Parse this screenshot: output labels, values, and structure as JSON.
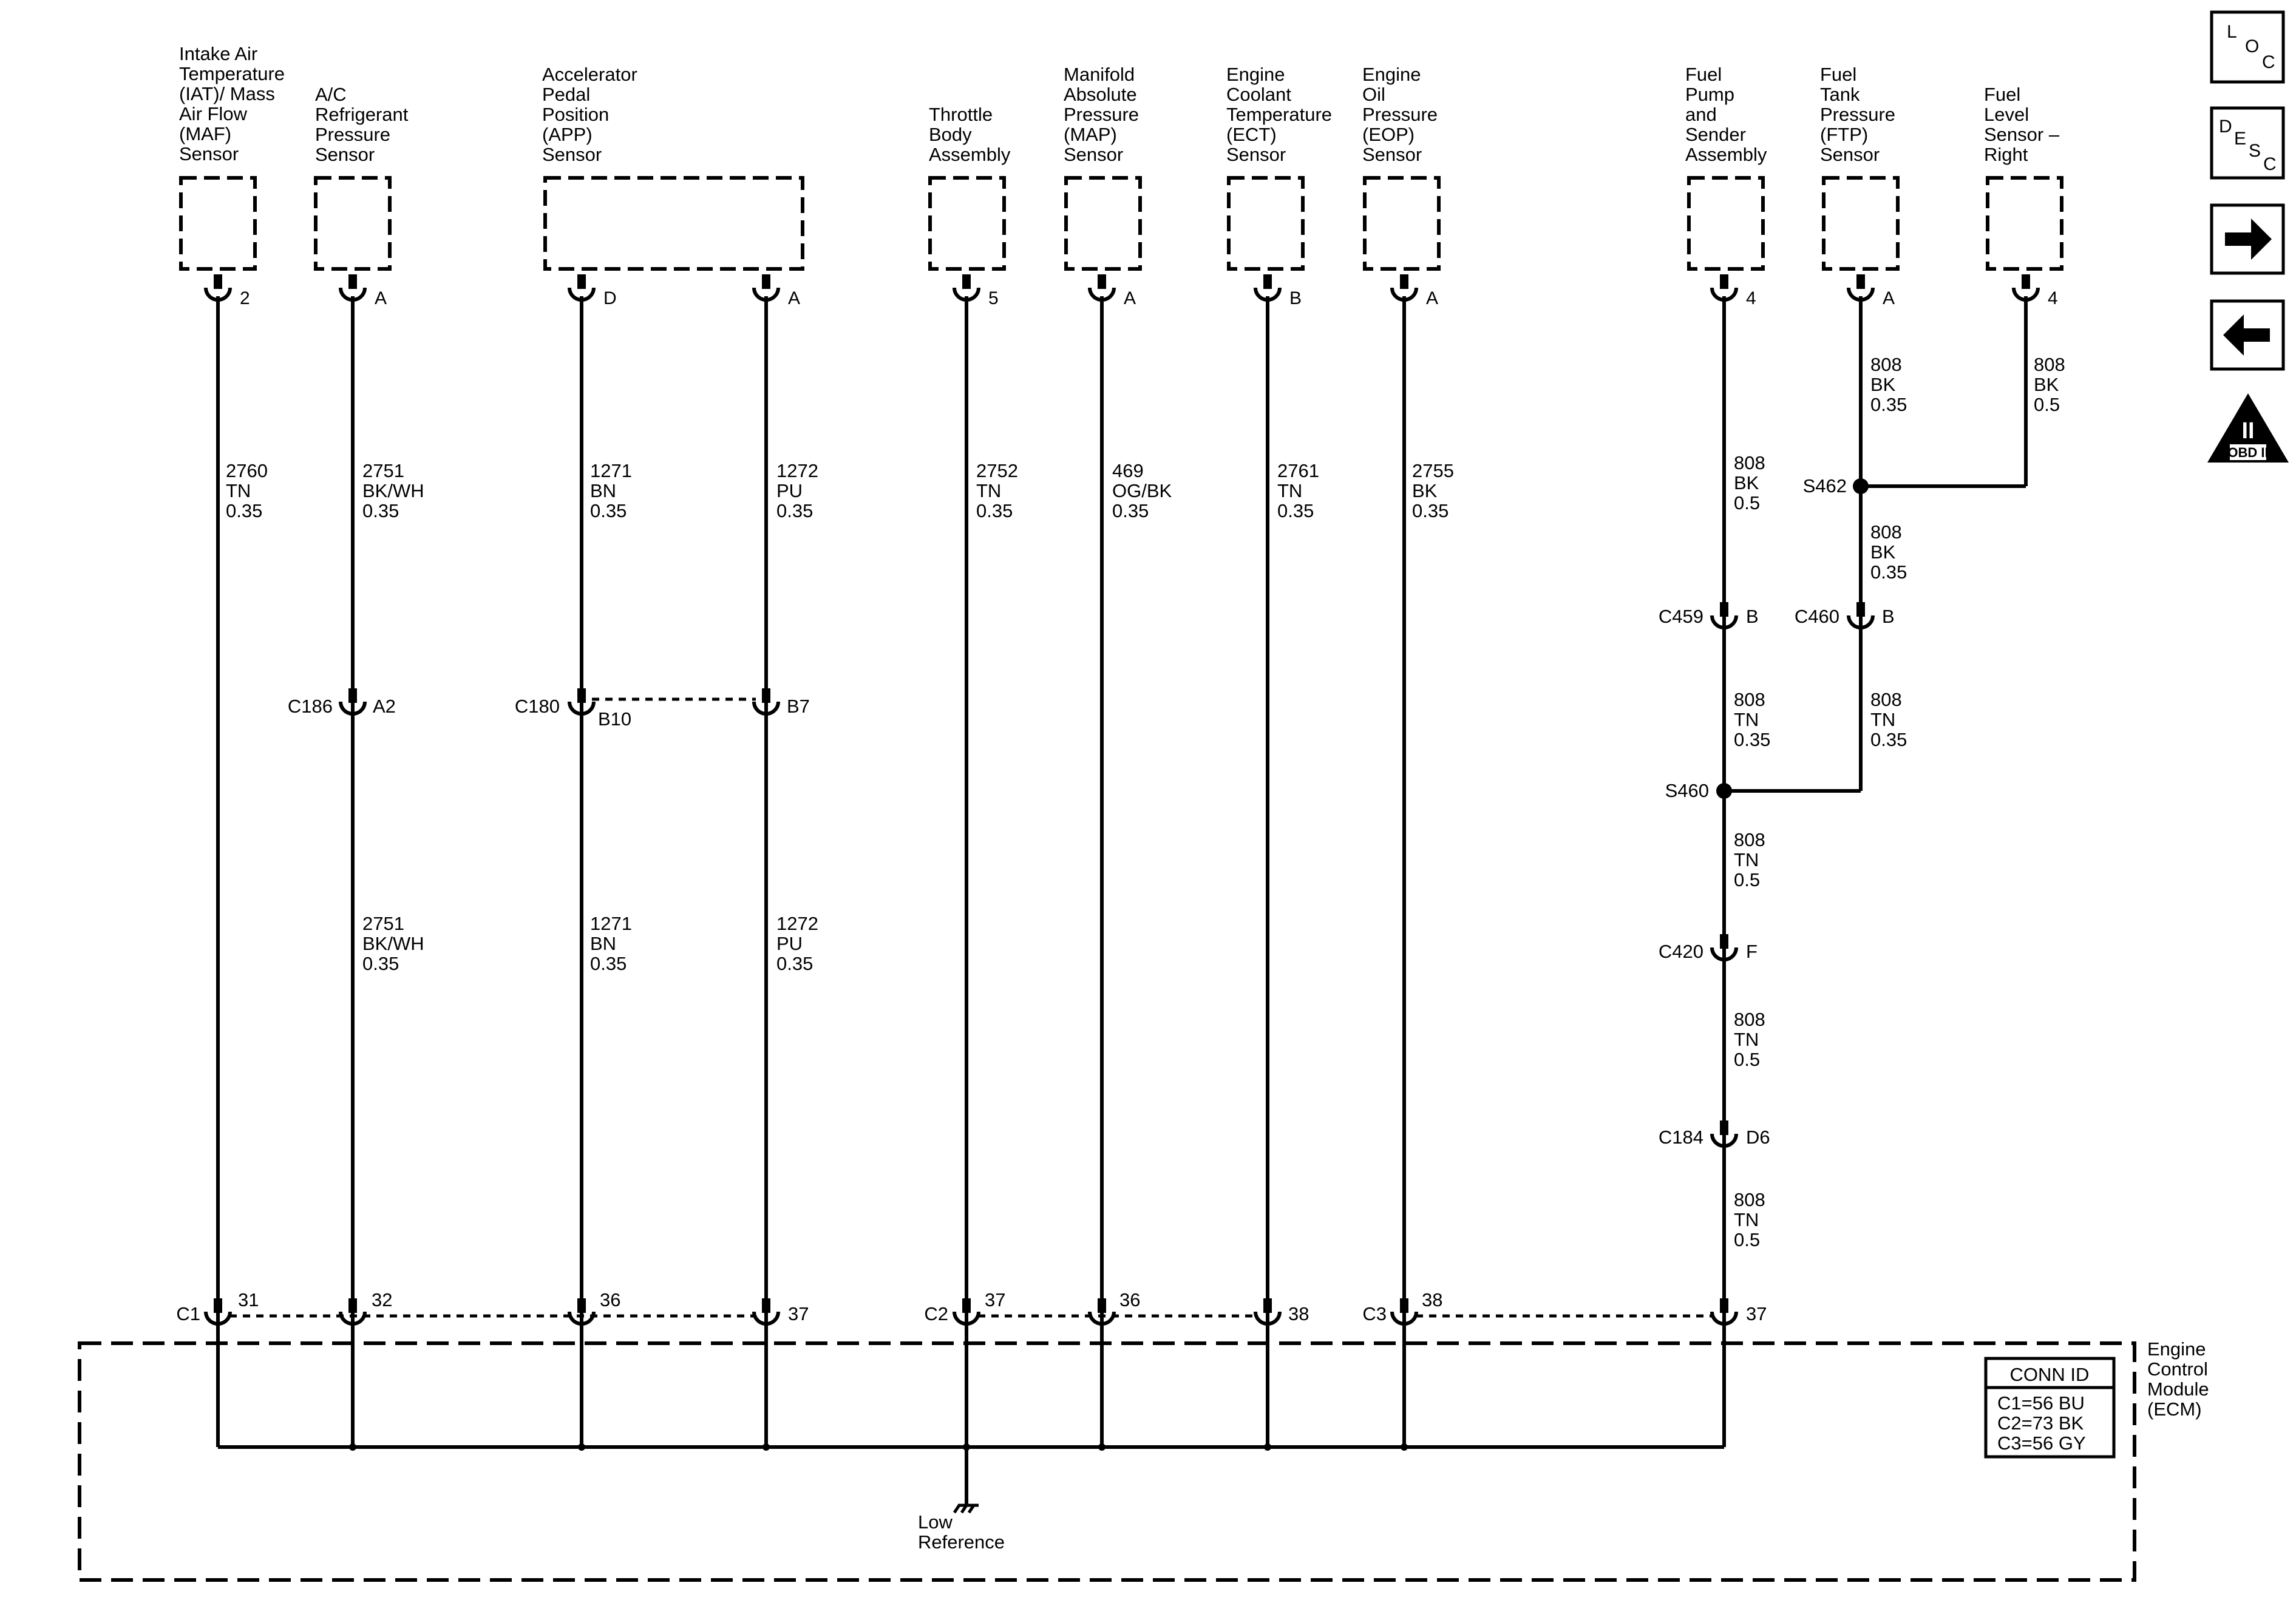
{
  "nav": {
    "loc": {
      "l1": "L",
      "l2": "O",
      "l3": "C"
    },
    "desc": {
      "l1": "D",
      "l2": "E",
      "l3": "S",
      "l4": "C"
    },
    "obd": {
      "roman": "II",
      "label": "OBD II"
    }
  },
  "components": [
    {
      "id": "iat-maf",
      "lines": [
        "Intake Air",
        "Temperature",
        "(IAT)/ Mass",
        "Air Flow",
        "(MAF)",
        "Sensor"
      ],
      "pins": [
        "2"
      ]
    },
    {
      "id": "ac-refrigerant",
      "lines": [
        "A/C",
        "Refrigerant",
        "Pressure",
        "Sensor"
      ],
      "pins": [
        "A"
      ]
    },
    {
      "id": "app",
      "lines": [
        "Accelerator",
        "Pedal",
        "Position",
        "(APP)",
        "Sensor"
      ],
      "pins": [
        "D",
        "A"
      ]
    },
    {
      "id": "throttle-body",
      "lines": [
        "Throttle",
        "Body",
        "Assembly"
      ],
      "pins": [
        "5"
      ]
    },
    {
      "id": "map",
      "lines": [
        "Manifold",
        "Absolute",
        "Pressure",
        "(MAP)",
        "Sensor"
      ],
      "pins": [
        "A"
      ]
    },
    {
      "id": "ect",
      "lines": [
        "Engine",
        "Coolant",
        "Temperature",
        "(ECT)",
        "Sensor"
      ],
      "pins": [
        "B"
      ]
    },
    {
      "id": "eop",
      "lines": [
        "Engine",
        "Oil",
        "Pressure",
        "(EOP)",
        "Sensor"
      ],
      "pins": [
        "A"
      ]
    },
    {
      "id": "fuel-pump",
      "lines": [
        "Fuel",
        "Pump",
        "and",
        "Sender",
        "Assembly"
      ],
      "pins": [
        "4"
      ]
    },
    {
      "id": "ftp",
      "lines": [
        "Fuel",
        "Tank",
        "Pressure",
        "(FTP)",
        "Sensor"
      ],
      "pins": [
        "A"
      ]
    },
    {
      "id": "fuel-level-right",
      "lines": [
        "Fuel",
        "Level",
        "Sensor –",
        "Right"
      ],
      "pins": [
        "4"
      ]
    }
  ],
  "wires": [
    {
      "id": "w1",
      "lines": [
        "2760",
        "TN",
        "0.35"
      ]
    },
    {
      "id": "w2",
      "lines": [
        "2751",
        "BK/WH",
        "0.35"
      ]
    },
    {
      "id": "w3",
      "lines": [
        "1271",
        "BN",
        "0.35"
      ]
    },
    {
      "id": "w4",
      "lines": [
        "1272",
        "PU",
        "0.35"
      ]
    },
    {
      "id": "w5",
      "lines": [
        "2752",
        "TN",
        "0.35"
      ]
    },
    {
      "id": "w6",
      "lines": [
        "469",
        "OG/BK",
        "0.35"
      ]
    },
    {
      "id": "w7",
      "lines": [
        "2761",
        "TN",
        "0.35"
      ]
    },
    {
      "id": "w8",
      "lines": [
        "2755",
        "BK",
        "0.35"
      ]
    },
    {
      "id": "w2b",
      "lines": [
        "2751",
        "BK/WH",
        "0.35"
      ]
    },
    {
      "id": "w3b",
      "lines": [
        "1271",
        "BN",
        "0.35"
      ]
    },
    {
      "id": "w4b",
      "lines": [
        "1272",
        "PU",
        "0.35"
      ]
    },
    {
      "id": "wf1",
      "lines": [
        "808",
        "BK",
        "0.5"
      ]
    },
    {
      "id": "wf2",
      "lines": [
        "808",
        "BK",
        "0.35"
      ]
    },
    {
      "id": "wf3",
      "lines": [
        "808",
        "BK",
        "0.5"
      ]
    },
    {
      "id": "wf4",
      "lines": [
        "808",
        "BK",
        "0.35"
      ]
    },
    {
      "id": "wf5",
      "lines": [
        "808",
        "TN",
        "0.35"
      ]
    },
    {
      "id": "wf6",
      "lines": [
        "808",
        "TN",
        "0.35"
      ]
    },
    {
      "id": "wf7",
      "lines": [
        "808",
        "TN",
        "0.5"
      ]
    },
    {
      "id": "wf8",
      "lines": [
        "808",
        "TN",
        "0.5"
      ]
    },
    {
      "id": "wf9",
      "lines": [
        "808",
        "TN",
        "0.5"
      ]
    }
  ],
  "inline_connectors": [
    {
      "id": "c186",
      "name": "C186",
      "pin": "A2"
    },
    {
      "id": "c180",
      "name": "C180",
      "pin": "B10",
      "pin2": "B7"
    },
    {
      "id": "c459",
      "name": "C459",
      "pin": "B"
    },
    {
      "id": "c460",
      "name": "C460",
      "pin": "B"
    },
    {
      "id": "c420",
      "name": "C420",
      "pin": "F"
    },
    {
      "id": "c184",
      "name": "C184",
      "pin": "D6"
    }
  ],
  "splices": [
    {
      "id": "s462",
      "name": "S462"
    },
    {
      "id": "s460",
      "name": "S460"
    }
  ],
  "ecm": {
    "lines": [
      "Engine",
      "Control",
      "Module",
      "(ECM)"
    ],
    "connectors": [
      "C1",
      "C2",
      "C3"
    ],
    "pins": [
      "31",
      "32",
      "36",
      "37",
      "37",
      "36",
      "38",
      "38",
      "37"
    ],
    "conn_id": {
      "header": "CONN ID",
      "rows": [
        "C1=56 BU",
        "C2=73 BK",
        "C3=56 GY"
      ]
    },
    "ground_lines": [
      "Low",
      "Reference"
    ]
  }
}
